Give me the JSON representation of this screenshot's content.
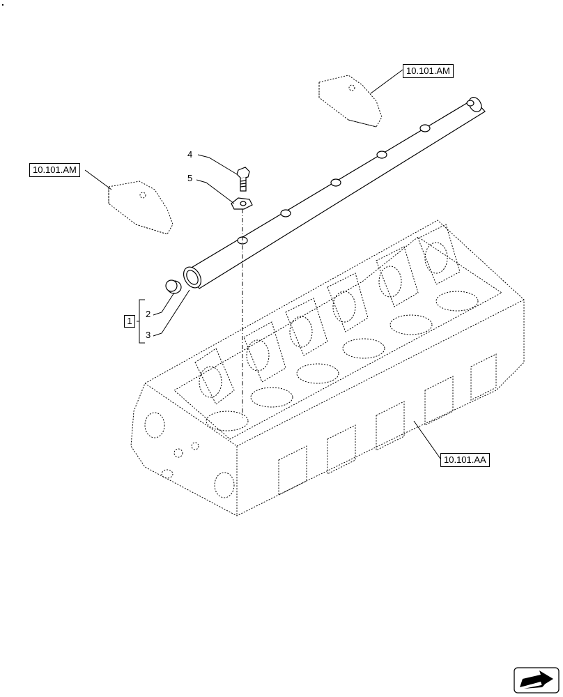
{
  "refs": {
    "ref_top_right": "10.101.AM",
    "ref_left": "10.101.AM",
    "ref_bottom": "10.101.AA"
  },
  "callouts": {
    "c4": "4",
    "c5": "5",
    "c2": "2",
    "c3": "3",
    "group": "1"
  },
  "icons": {
    "nav": "next-page-arrow-icon"
  },
  "colors": {
    "line": "#000000",
    "background": "#ffffff"
  }
}
